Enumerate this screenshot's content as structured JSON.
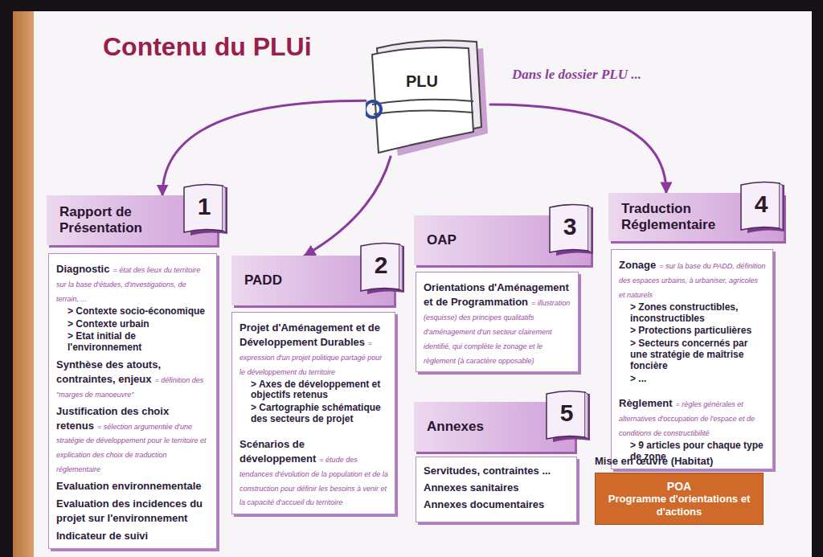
{
  "diagram": {
    "title": "Contenu du PLUi",
    "nodes": [
      {
        "text": [
          "PLU"
        ]
      },
      {
        "text": [
          "Rapport de Présentation"
        ]
      },
      {
        "text": [
          "1"
        ],
        "in": 1
      },
      {
        "text": [
          "Diagnostic",
          "= état des lieux du territoire sur la base d'études, d'investigations, de terrain, ...",
          "> Contexte socio-économique",
          "> Contexte urbain",
          "> Etat initial de l'environnement",
          "Synthèse des atouts, contraintes, enjeux",
          "= définition des \"marges de manoeuvre\"",
          "Justification des choix retenus",
          "= sélection argumentée d'une stratégie de développement pour le territoire et explication des choix de traduction réglementaire",
          "Evaluation environnementale",
          "Evaluation des incidences du projet sur l'environnement",
          "Indicateur de suivi"
        ]
      },
      {
        "text": [
          "PADD"
        ]
      },
      {
        "text": [
          "2"
        ],
        "in": 4
      },
      {
        "text": [
          "Projet d'Aménagement et de Développement Durables",
          "= expression d'un projet politique partagé pour le développement du territoire",
          "> Axes de développement et objectifs retenus",
          "> Cartographie schématique des secteurs de projet",
          "Scénarios de développement",
          "= étude des tendances d'évolution de la population et de la construction pour définir les besoins à venir et la capacité d'accueil du territoire"
        ]
      },
      {
        "text": [
          "OAP"
        ]
      },
      {
        "text": [
          "3"
        ],
        "in": 7
      },
      {
        "text": [
          "Orientations d'Aménagement et de Programmation",
          "= illustration (esquisse) des principes qualitatifs d'aménagement d'un secteur clairement identifié, qui complète le zonage et le règlement (à caractère opposable)"
        ]
      },
      {
        "text": [
          "Traduction Réglementaire"
        ]
      },
      {
        "text": [
          "4"
        ],
        "in": 10
      },
      {
        "text": [
          "Zonage",
          "= sur la base du PADD, définition des espaces urbains, à urbaniser, agricoles et naturels",
          "> Zones constructibles, inconstructibles",
          "> Protections particulières",
          "> Secteurs concernés par une stratégie de maîtrise foncière",
          "> ...",
          "Règlement",
          "= règles générales et alternatives d'occupation de l'espace et de conditions de constructibilité",
          "> 9 articles pour chaque type de zone"
        ]
      },
      {
        "text": [
          "Annexes"
        ]
      },
      {
        "text": [
          "5"
        ],
        "in": 13
      },
      {
        "text": [
          "Servitudes, contraintes ...",
          "Annexes sanitaires",
          "Annexes documentaires"
        ]
      },
      {
        "text": [
          "Mise en œuvre (Habitat)",
          "POA",
          "Programme d'orientations et d'actions"
        ]
      }
    ],
    "edges": [
      {
        "from": 0,
        "to": 1,
        "arrow": "to"
      },
      {
        "from": 0,
        "to": 4,
        "arrow": "to"
      },
      {
        "from": 0,
        "to": 10,
        "arrow": "to"
      }
    ],
    "labels": [
      "Dans le dossier PLU ..."
    ]
  }
}
